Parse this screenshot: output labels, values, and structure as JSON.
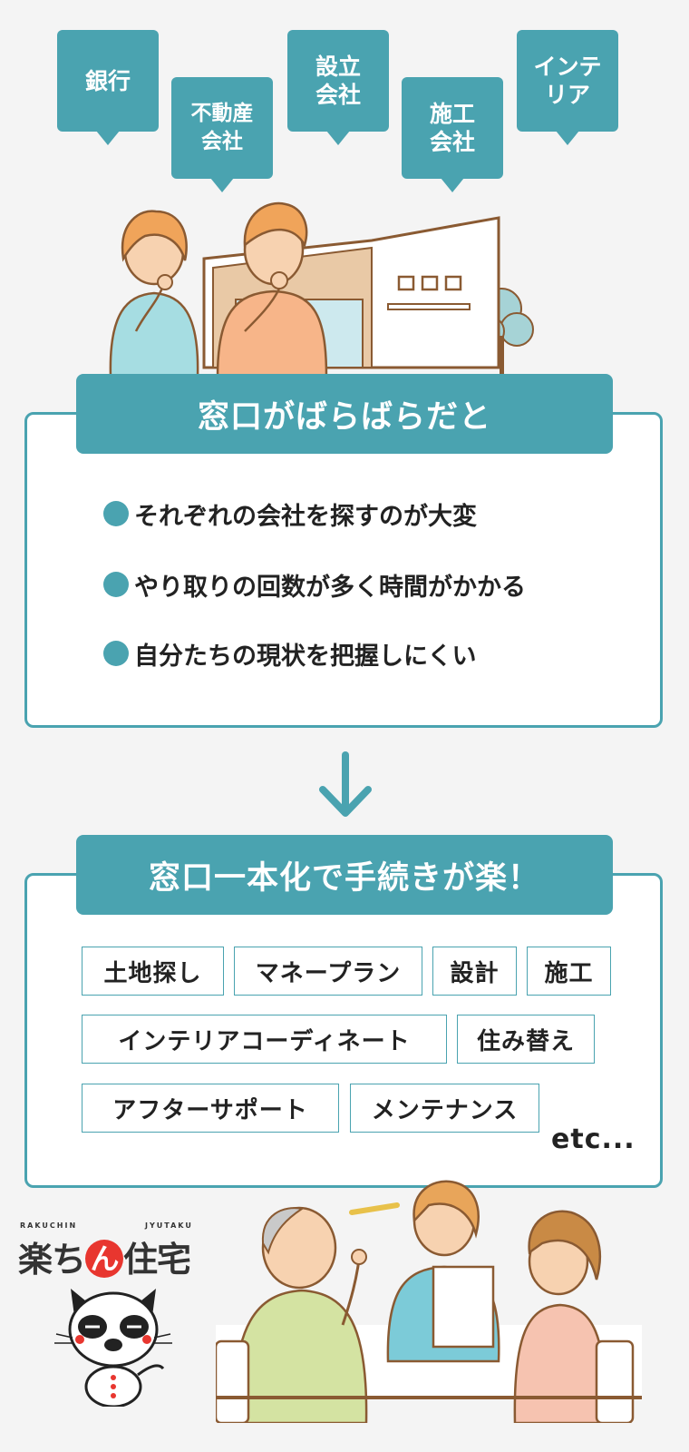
{
  "bubbles": [
    {
      "label": "銀行"
    },
    {
      "label": "不動産\n会社"
    },
    {
      "label": "設立\n会社"
    },
    {
      "label": "施工\n会社"
    },
    {
      "label": "インテ\nリア"
    }
  ],
  "problem": {
    "heading": "窓口がばらばらだと",
    "points": [
      "それぞれの会社を探すのが大変",
      "やり取りの回数が多く時間がかかる",
      "自分たちの現状を把握しにくい"
    ]
  },
  "solution": {
    "heading": "窓口一本化で手続きが楽！",
    "tags": [
      "土地探し",
      "マネープラン",
      "設計",
      "施工",
      "インテリアコーディネート",
      "住み替え",
      "アフターサポート",
      "メンテナンス"
    ],
    "etc": "etc..."
  },
  "logo": {
    "name_pre": "楽ち",
    "name_mid": "ん",
    "name_post": "住宅",
    "romaji_left": "RAKUCHIN",
    "romaji_right": "JYUTAKU"
  },
  "colors": {
    "accent": "#4aa3b0",
    "logo_red": "#e8362f"
  }
}
